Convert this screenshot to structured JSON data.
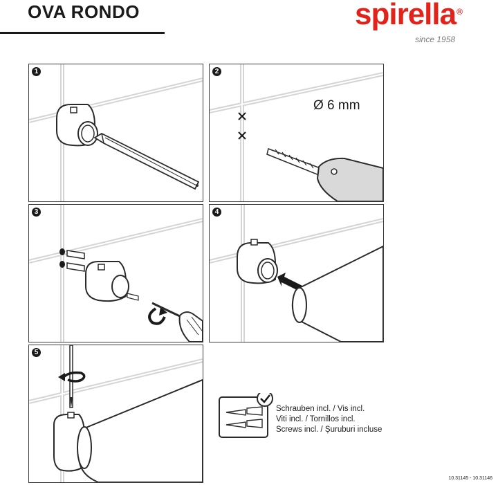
{
  "header": {
    "product_title": "OVA RONDO",
    "brand_name": "spirella",
    "brand_mark": "®",
    "brand_tagline": "since 1958",
    "brand_color": "#e2231a"
  },
  "steps": [
    {
      "number": "1"
    },
    {
      "number": "2",
      "drill_size": "Ø 6 mm"
    },
    {
      "number": "3"
    },
    {
      "number": "4"
    },
    {
      "number": "5"
    }
  ],
  "screws_note": {
    "icon": "check-icon",
    "lines": [
      "Schrauben incl. / Vis incl.",
      "Viti incl. / Tornillos incl.",
      "Screws incl. / Șuruburi incluse"
    ]
  },
  "footer": {
    "article_codes": "10.31145 - 10.31146"
  }
}
